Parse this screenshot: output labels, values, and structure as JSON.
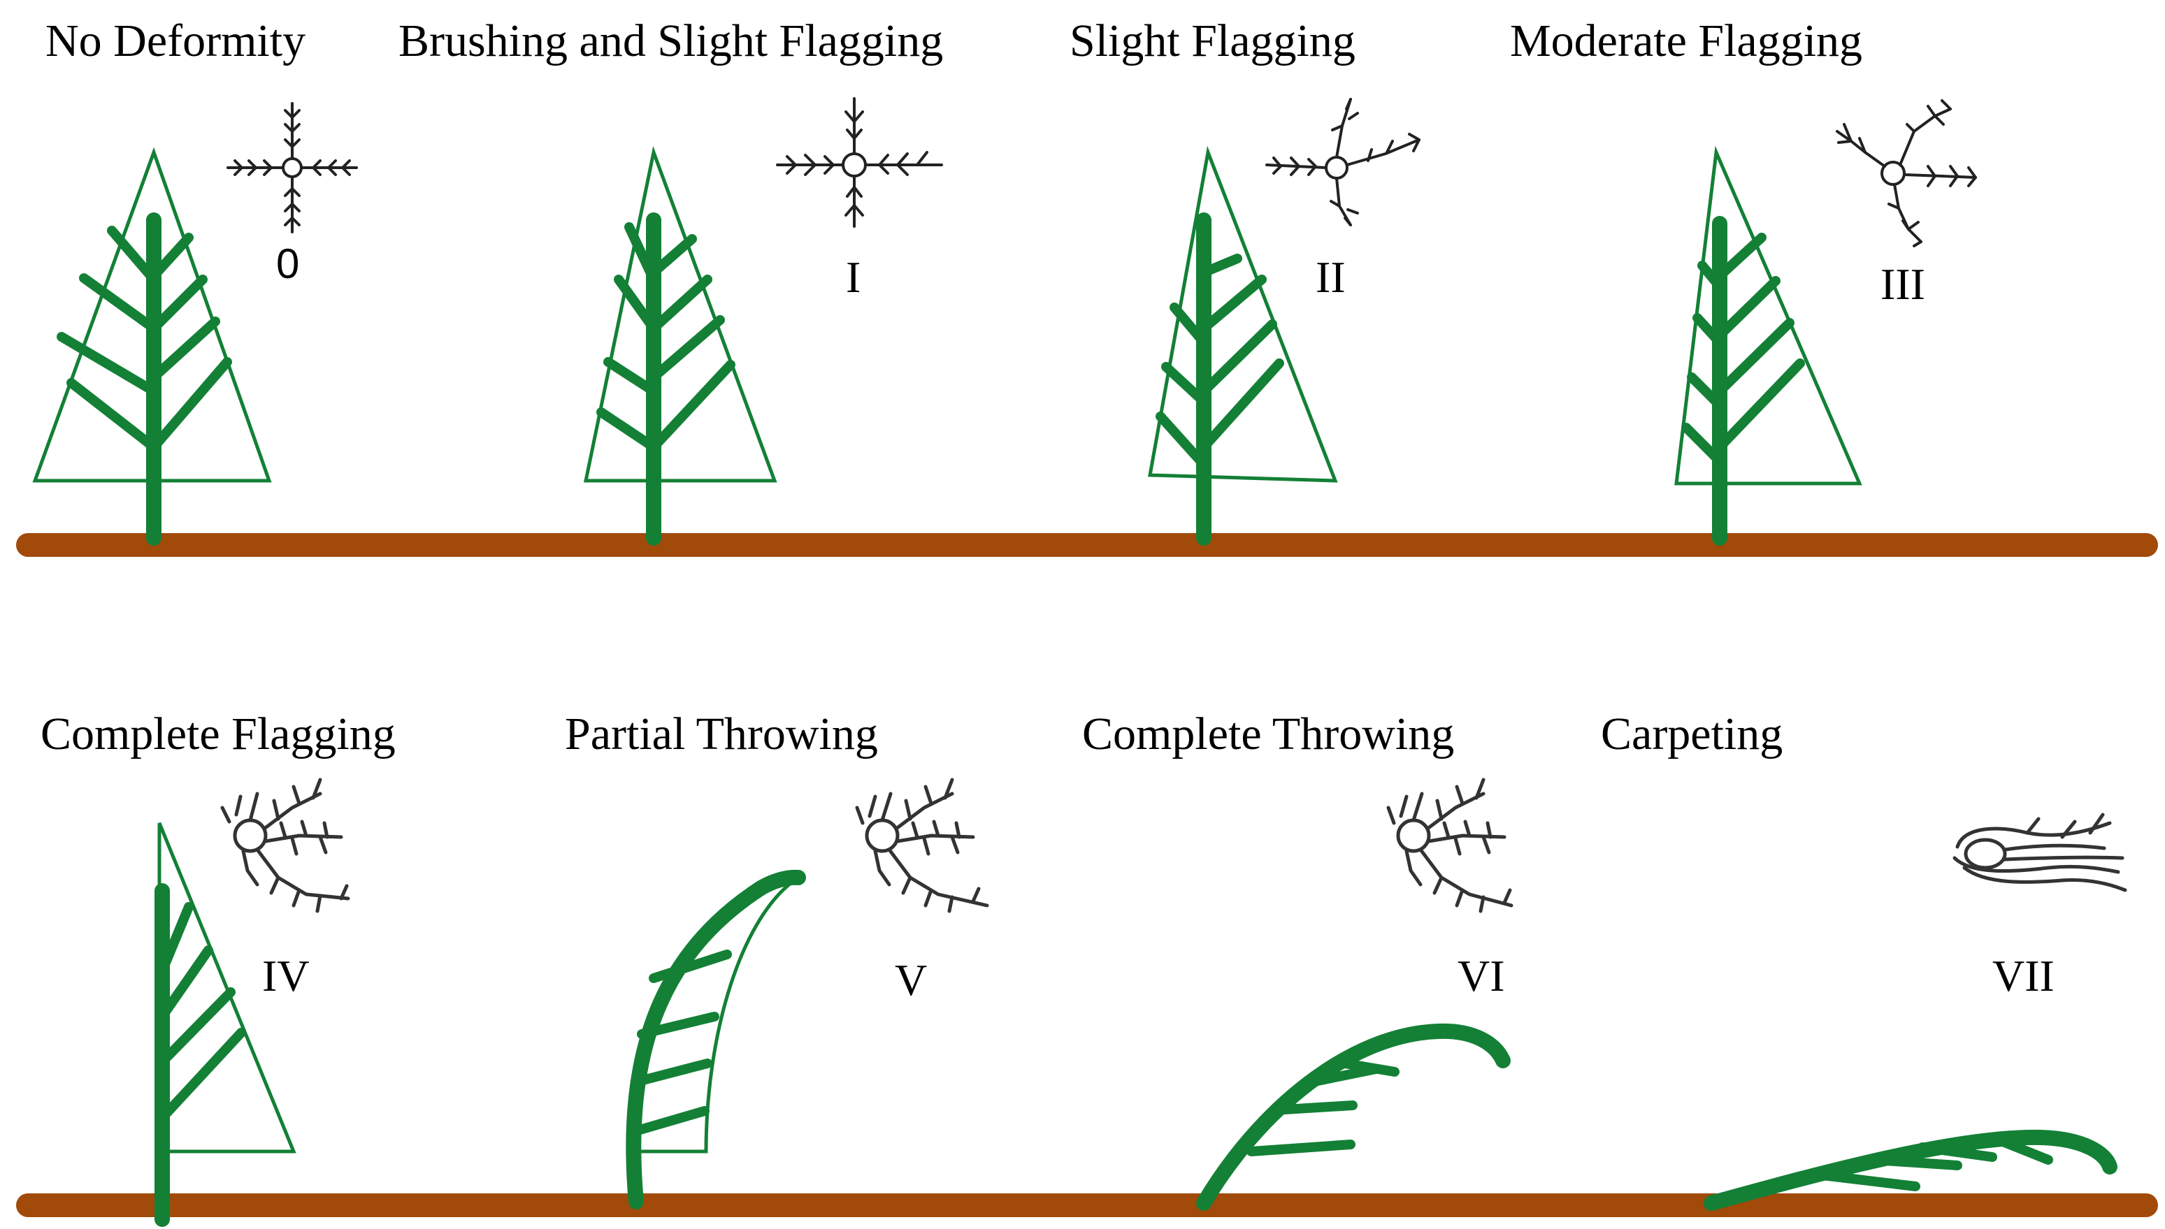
{
  "colors": {
    "tree": "#138036",
    "ground": "#A14A0A",
    "symbol": "#222222"
  },
  "top_row": [
    {
      "title": "No Deformity",
      "numeral": "0",
      "symbol": "four-arm-branch-icon"
    },
    {
      "title": "Brushing and Slight Flagging",
      "numeral": "I",
      "symbol": "four-arm-branch-icon"
    },
    {
      "title": "Slight Flagging",
      "numeral": "II",
      "symbol": "swept-branch-icon"
    },
    {
      "title": "Moderate Flagging",
      "numeral": "III",
      "symbol": "swept-branch-icon"
    }
  ],
  "bottom_row": [
    {
      "title": "Complete Flagging",
      "numeral": "IV",
      "symbol": "flagged-crown-icon"
    },
    {
      "title": "Partial Throwing",
      "numeral": "V",
      "symbol": "flagged-crown-icon"
    },
    {
      "title": "Complete Throwing",
      "numeral": "VI",
      "symbol": "flagged-crown-icon"
    },
    {
      "title": "Carpeting",
      "numeral": "VII",
      "symbol": "carpet-crown-icon"
    }
  ]
}
